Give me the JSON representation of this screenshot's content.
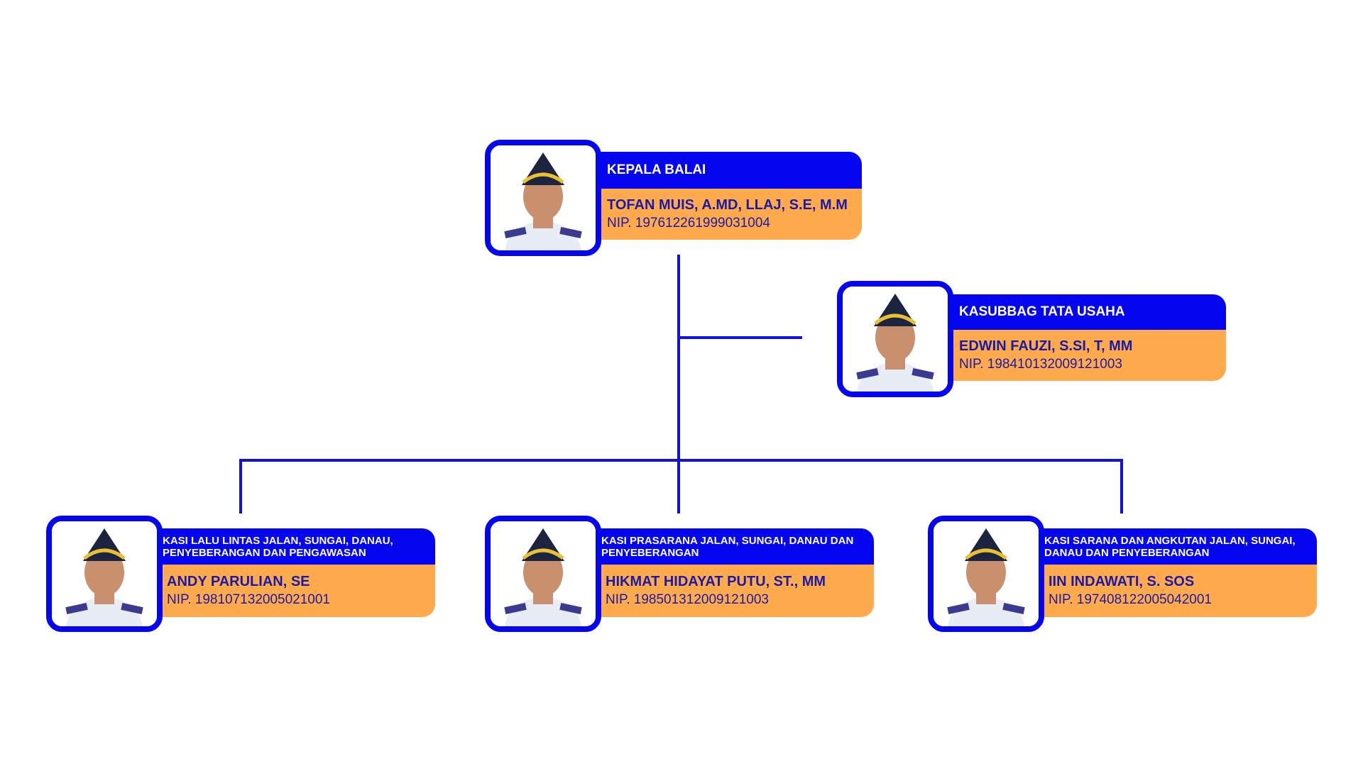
{
  "colors": {
    "blue": "#0505f0",
    "orange": "#ffaa4c",
    "text": "#1a1aa8"
  },
  "head": {
    "title": "KEPALA BALAI",
    "name": "TOFAN MUIS, A.MD, LLAJ, S.E, M.M",
    "nip": "NIP. 197612261999031004"
  },
  "admin": {
    "title": "KASUBBAG TATA USAHA",
    "name": "EDWIN FAUZI, S.SI, T, MM",
    "nip": "NIP. 198410132009121003"
  },
  "sections": [
    {
      "title": "KASI LALU LINTAS JALAN, SUNGAI, DANAU, PENYEBERANGAN DAN PENGAWASAN",
      "name": "ANDY PARULIAN, SE",
      "nip": "NIP. 198107132005021001"
    },
    {
      "title": "KASI PRASARANA JALAN, SUNGAI, DANAU DAN PENYEBERANGAN",
      "name": "HIKMAT HIDAYAT PUTU, ST., MM",
      "nip": "NIP. 198501312009121003"
    },
    {
      "title": "KASI SARANA DAN ANGKUTAN JALAN, SUNGAI, DANAU DAN PENYEBERANGAN",
      "name": "IIN INDAWATI, S. SOS",
      "nip": "NIP. 197408122005042001"
    }
  ]
}
